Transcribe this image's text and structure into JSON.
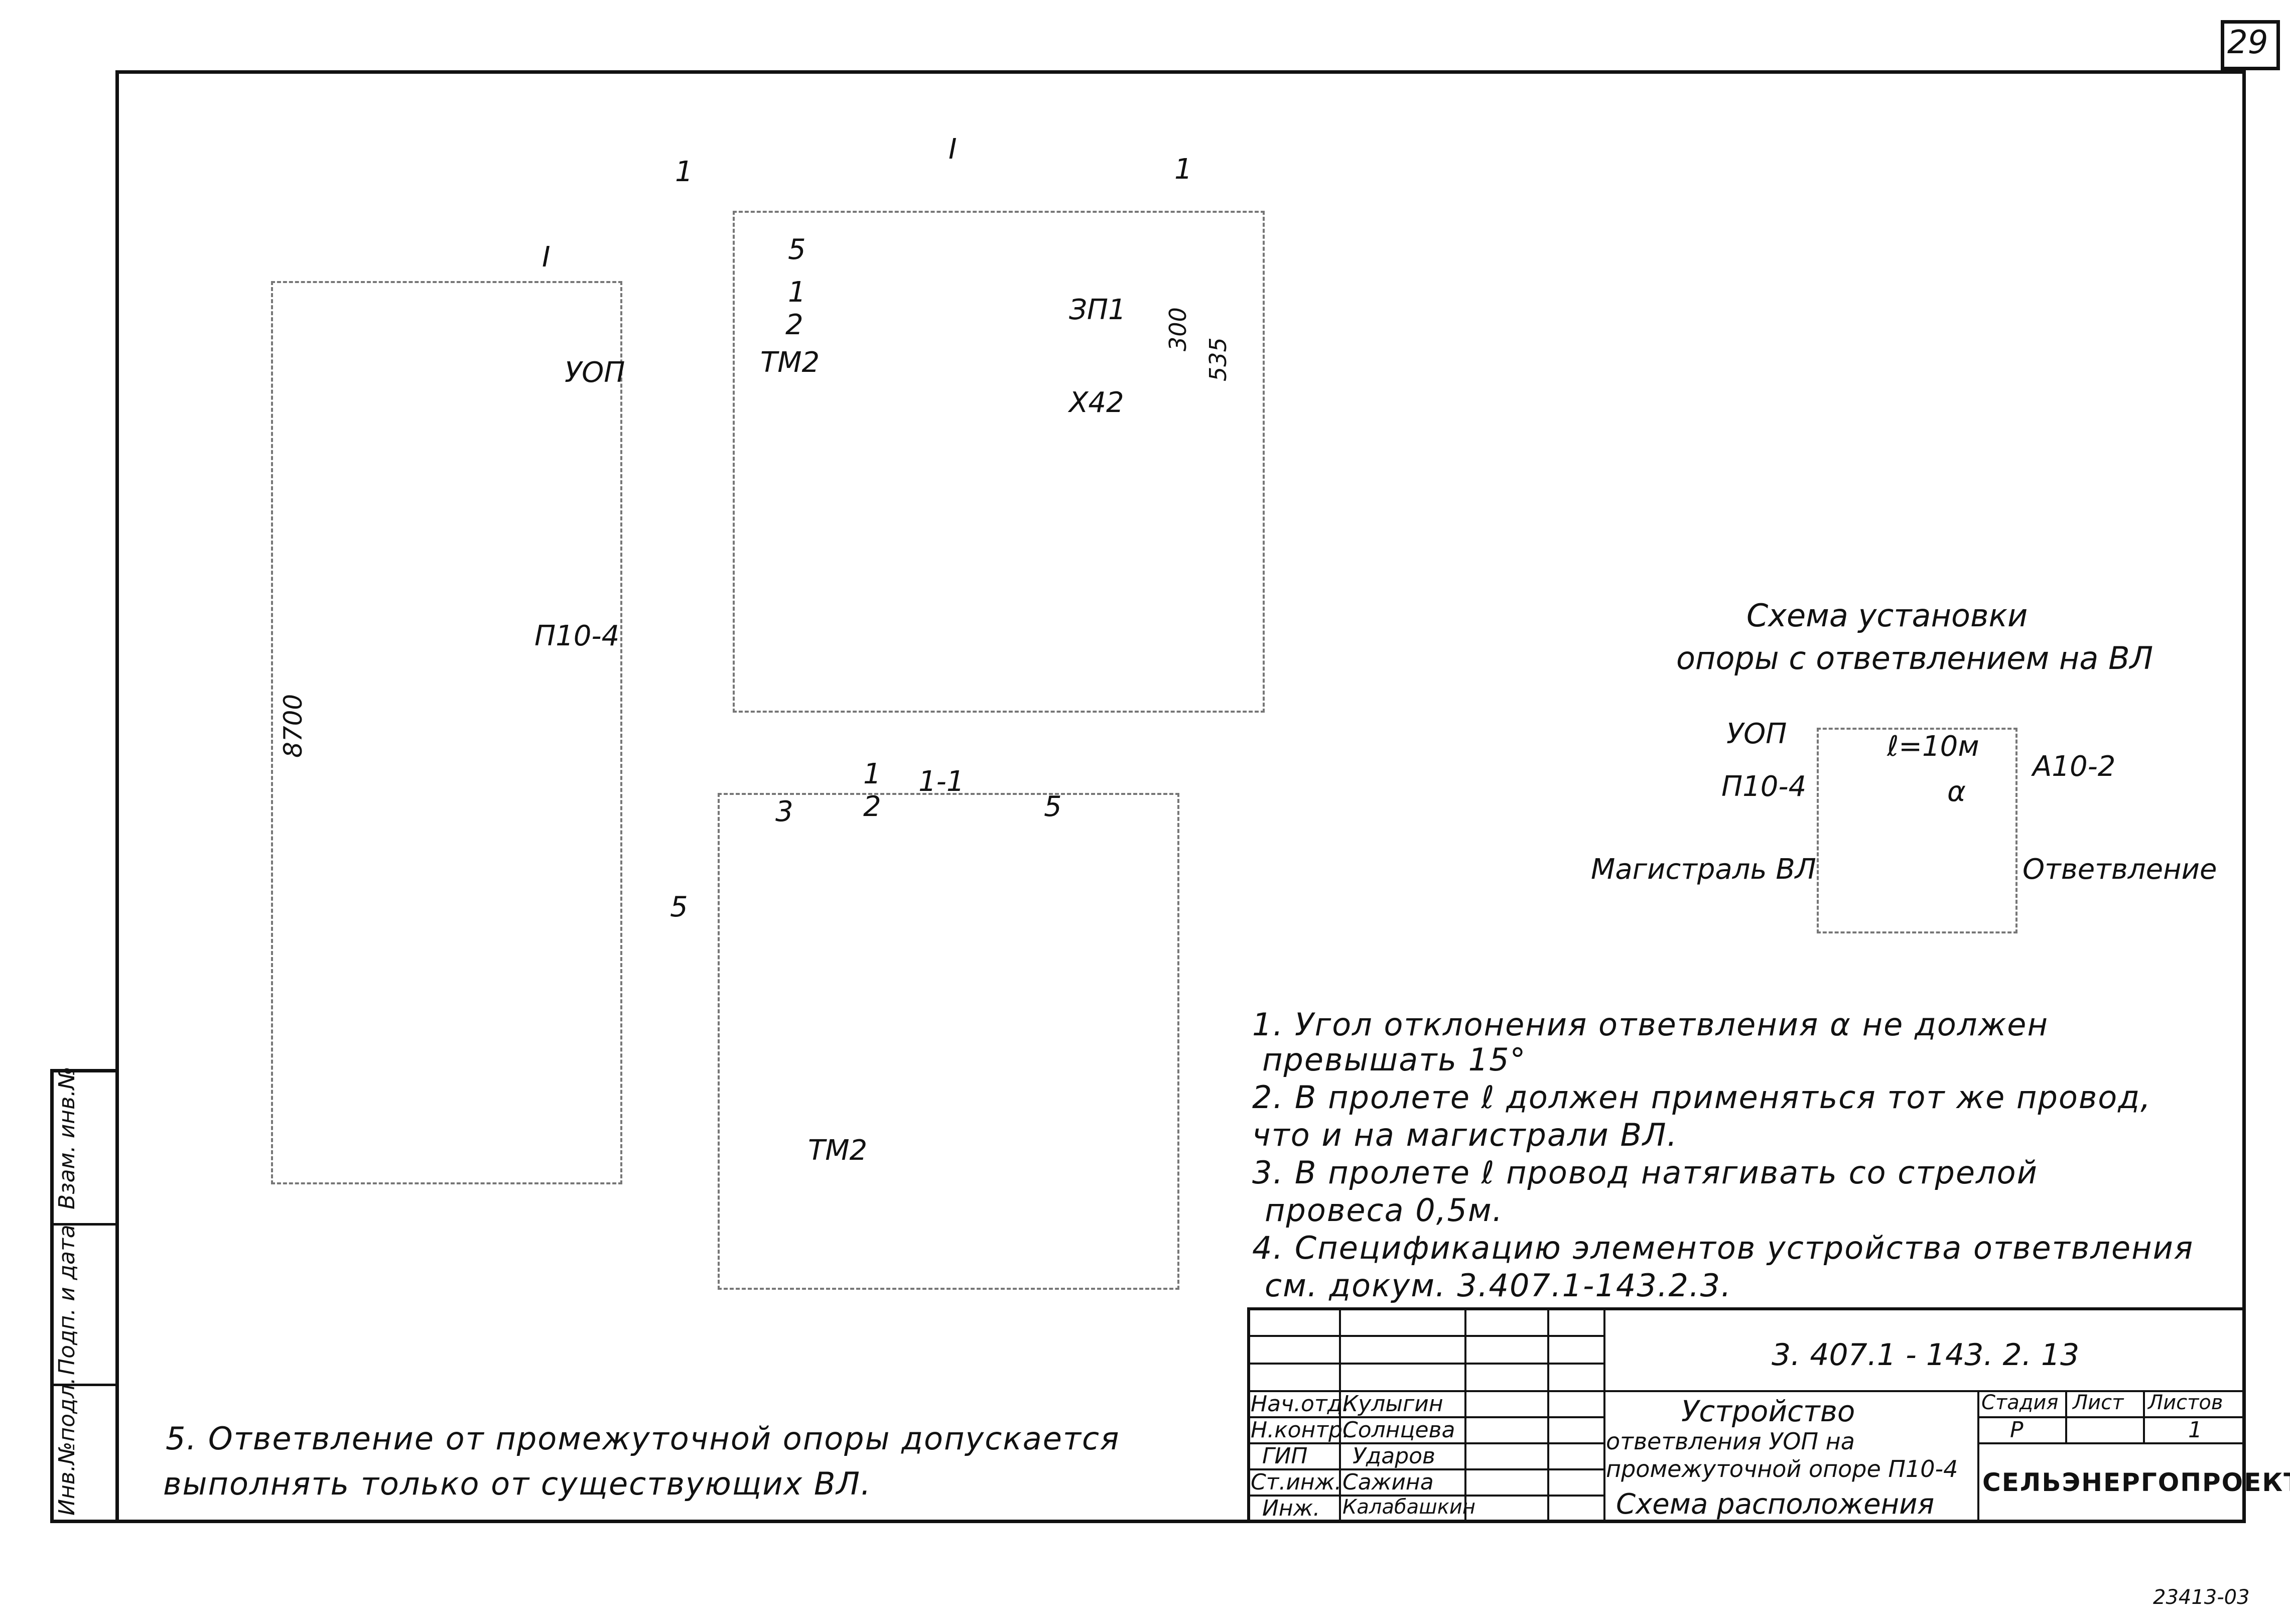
{
  "sheet_number": "29",
  "archive_number": "23413-03",
  "sidebar": {
    "cell1": "Инв.№подл.",
    "cell2": "Подп. и дата",
    "cell3": "Взам. инв.№"
  },
  "pole_drawing": {
    "callout": "I",
    "uop": "УОП",
    "pole": "П10-4",
    "height": "8700"
  },
  "top_view": {
    "callout": "I",
    "section_left": "1",
    "section_right": "1",
    "label_5": "5",
    "label_1": "1",
    "label_2": "2",
    "tm2": "ТМ2",
    "zp1": "ЗП1",
    "x42": "Х42",
    "dim_300": "300",
    "dim_535": "535"
  },
  "section_view": {
    "label_1": "1",
    "label_2": "2",
    "section": "1-1",
    "label_3": "3",
    "label_5a": "5",
    "label_5b": "5",
    "tm2": "ТМ2"
  },
  "scheme": {
    "title_line1": "Схема установки",
    "title_line2": "опоры с ответвлением на ВЛ",
    "uop": "УОП",
    "pole": "П10-4",
    "span": "ℓ=10м",
    "branch_pole": "А10-2",
    "mainline": "Магистраль ВЛ",
    "branch": "Ответвление",
    "alpha": "α"
  },
  "notes": [
    "1. Угол  отклонения  ответвления α не должен",
    "превышать  15°",
    "2. В пролете  ℓ  должен  применяться  тот же провод,",
    "что и  на   магистрали  ВЛ.",
    "3. В пролете  ℓ  провод  натягивать  со стрелой",
    "провеса   0,5м.",
    "4. Спецификацию  элементов  устройства  ответвления",
    "см. докум. 3.407.1-143.2.3."
  ],
  "note5_line1": "5. Ответвление от промежуточной опоры допускается",
  "note5_line2": "выполнять только от существующих  ВЛ.",
  "title_block": {
    "doc_code": "3. 407.1 - 143. 2. 13",
    "roles": [
      "Нач.отд.",
      "Н.контр.",
      "ГИП",
      "Ст.инж.",
      "Инж."
    ],
    "names": [
      "Кулыгин",
      "Солнцева",
      "Ударов",
      "Сажина",
      "Калабашкин"
    ],
    "title_line1": "Устройство",
    "title_line2": "ответвления УОП  на",
    "title_line3": "промежуточной опоре П10-4",
    "subtitle": "Схема расположения",
    "stage_header": "Стадия",
    "sheet_header": "Лист",
    "sheets_header": "Листов",
    "stage": "Р",
    "sheets": "1",
    "organization": "СЕЛЬЭНЕРГОПРОЕКТ"
  }
}
